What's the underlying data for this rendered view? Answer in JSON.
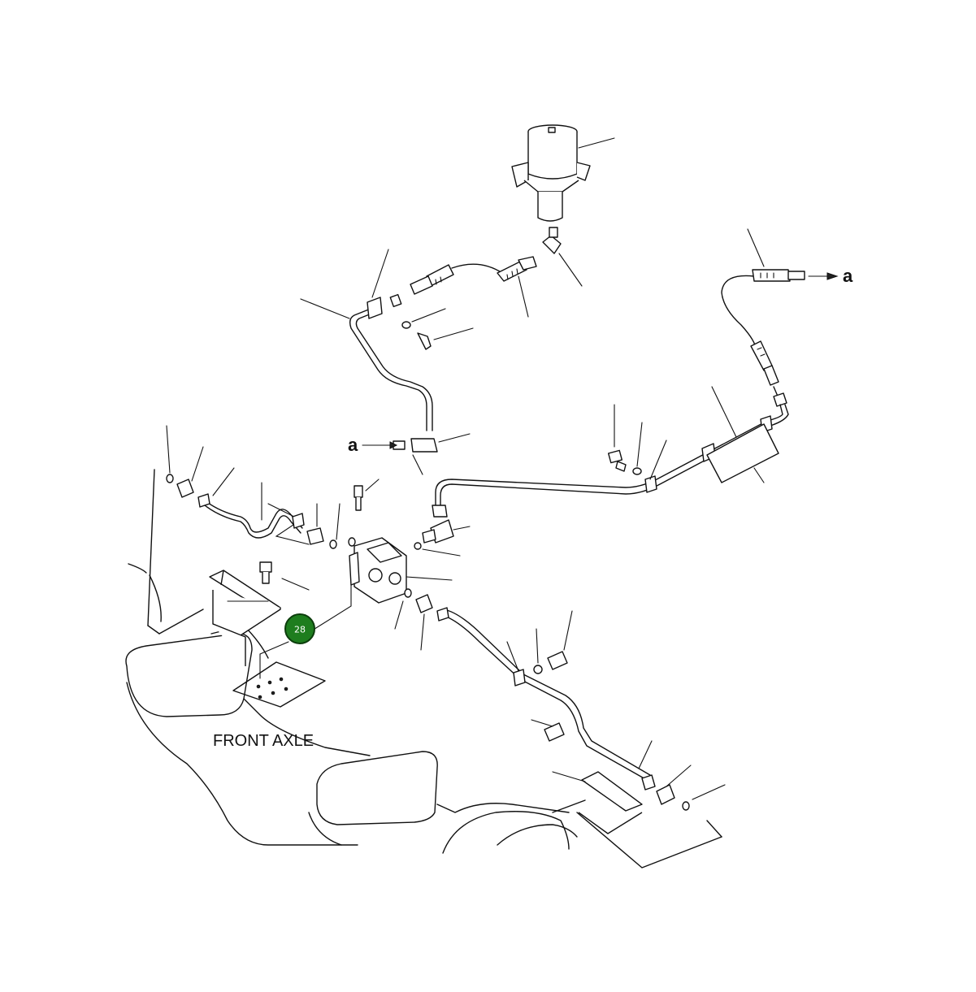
{
  "diagram": {
    "labels": {
      "front_axle": "FRONT AXLE",
      "ref_a_right": "a",
      "ref_a_left": "a"
    },
    "callouts": [
      {
        "number": "28"
      }
    ],
    "colors": {
      "line": "#111111",
      "callout_fill": "#1e7d1e",
      "callout_text": "#ffffff",
      "background": "#ffffff"
    }
  }
}
